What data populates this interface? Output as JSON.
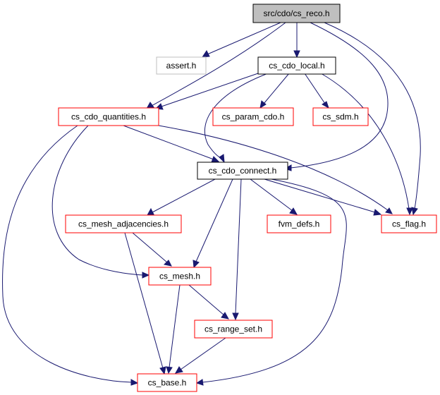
{
  "diagram": {
    "type": "include-dependency-graph",
    "colors": {
      "edge": "#191970",
      "root_fill": "#bfbfbf",
      "root_border": "#000000",
      "documented_border": "#000000",
      "red_border": "#ff0000",
      "external_border": "#bfbfbf",
      "external_text": "#000000"
    },
    "nodes": {
      "root": {
        "label": "src/cdo/cs_reco.h"
      },
      "assert": {
        "label": "assert.h"
      },
      "cdo_local": {
        "label": "cs_cdo_local.h"
      },
      "cdo_quantities": {
        "label": "cs_cdo_quantities.h"
      },
      "param_cdo": {
        "label": "cs_param_cdo.h"
      },
      "sdm": {
        "label": "cs_sdm.h"
      },
      "cdo_connect": {
        "label": "cs_cdo_connect.h"
      },
      "mesh_adjacencies": {
        "label": "cs_mesh_adjacencies.h"
      },
      "fvm_defs": {
        "label": "fvm_defs.h"
      },
      "flag": {
        "label": "cs_flag.h"
      },
      "mesh": {
        "label": "cs_mesh.h"
      },
      "range_set": {
        "label": "cs_range_set.h"
      },
      "base": {
        "label": "cs_base.h"
      }
    }
  }
}
